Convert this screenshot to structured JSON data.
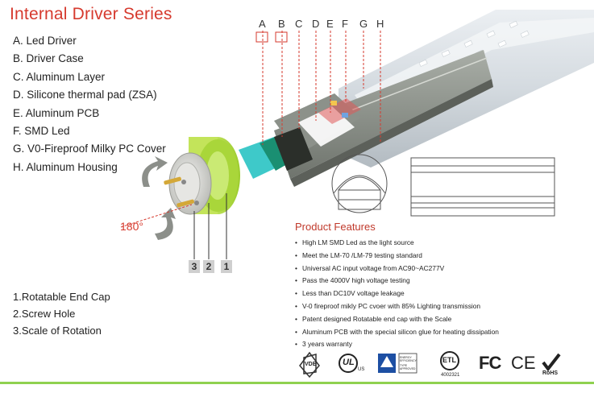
{
  "title": "Internal Driver Series",
  "part_letters": [
    "A",
    "B",
    "C",
    "D",
    "E",
    "F",
    "G",
    "H"
  ],
  "parts": [
    "A. Led Driver",
    "B. Driver Case",
    "C. Aluminum Layer",
    "D. Silicone thermal pad (ZSA)",
    "E. Aluminum PCB",
    "F. SMD Led",
    "G. V0-Fireproof Milky PC Cover",
    "H. Aluminum Housing"
  ],
  "rotation_label": "180°",
  "cap_numbers": [
    "3",
    "2",
    "1"
  ],
  "cap_notes": [
    "1.Rotatable End Cap",
    "2.Screw Hole",
    "3.Scale of Rotation"
  ],
  "features_title": "Product Features",
  "features": [
    "High LM  SMD Led  as the light source",
    "Meet the LM-70 /LM-79 testing  standard",
    "Universal AC input voltage from AC90~AC277V",
    "Pass the 4000V high voltage testing",
    "Less than DC10V voltage leakage",
    "V-0 fireproof mikly PC cvoer with 85% Lighting transmission",
    "Patent designed Rotatable end cap with the Scale",
    "Aluminum PCB with the special silicon glue for heating dissipation",
    "3 years warranty"
  ],
  "cert_logos": {
    "vde": "VDE",
    "ul": "UL",
    "ul_sub": "US",
    "tuv_sub": "TYPE APPROVED",
    "energy_sub": "ENERGY EFFICIENCY",
    "etl": "ETL",
    "etl_number": "4002321",
    "fc": "FC",
    "ce": "CE",
    "rohs": "RoHS"
  },
  "colors": {
    "title_red": "#d63a2e",
    "cap_green": "#b8e04a",
    "driver_green": "#1a8f72",
    "accent_green": "#8fd14f"
  }
}
